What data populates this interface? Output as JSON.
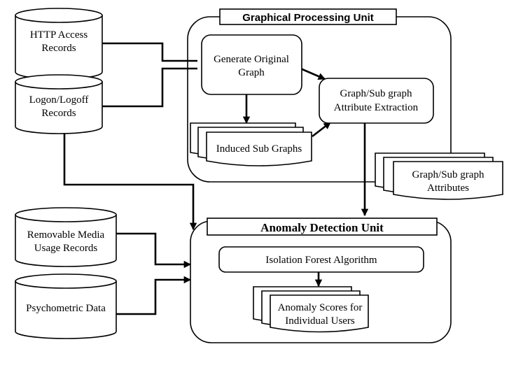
{
  "units": {
    "gpu_title": "Graphical Processing Unit",
    "adu_title": "Anomaly Detection Unit"
  },
  "data_sources": {
    "http": [
      "HTTP Access",
      "Records"
    ],
    "logon": [
      "Logon/Logoff",
      "Records"
    ],
    "removable": [
      "Removable Media",
      "Usage Records"
    ],
    "psychometric": [
      "Psychometric Data"
    ]
  },
  "processes": {
    "generate_graph": [
      "Generate Original",
      "Graph"
    ],
    "attribute_extraction": [
      "Graph/Sub graph",
      "Attribute Extraction"
    ],
    "isolation_forest": [
      "Isolation Forest Algorithm"
    ]
  },
  "documents": {
    "induced_subgraphs": [
      "Induced Sub Graphs"
    ],
    "graph_attributes": [
      "Graph/Sub graph",
      "Attributes"
    ],
    "anomaly_scores": [
      "Anomaly Scores for",
      "Individual Users"
    ]
  }
}
